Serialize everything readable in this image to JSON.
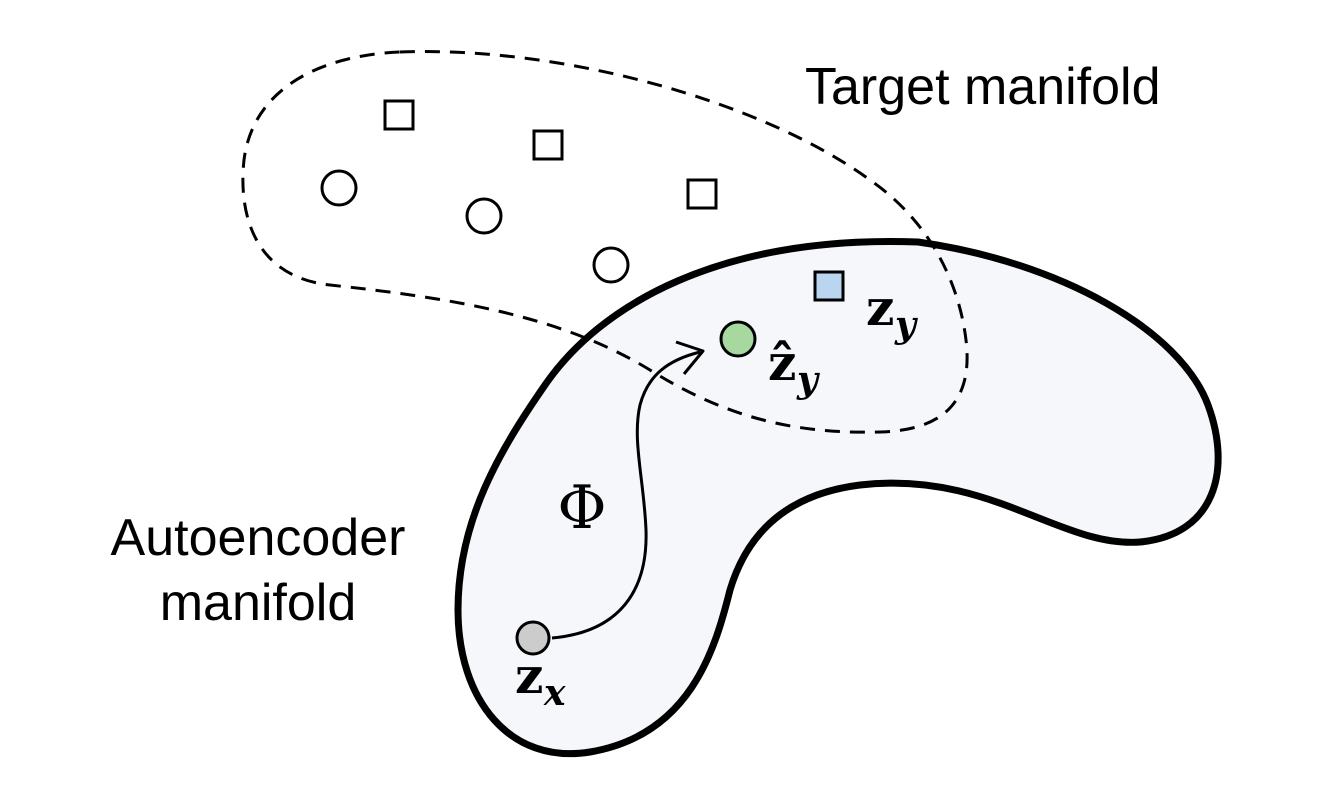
{
  "labels": {
    "target_manifold": "Target manifold",
    "autoencoder_line1": "Autoencoder",
    "autoencoder_line2": "manifold",
    "mapping_symbol": "Φ",
    "z_x_base": "z",
    "z_x_sub": "x",
    "z_y_base": "z",
    "z_y_sub": "y",
    "z_y_hat_base": "ẑ",
    "z_y_hat_sub": "y"
  },
  "colors": {
    "outline": "#000000",
    "autoencoder_fill": "#f6f7fb",
    "z_x_fill": "#cccccc",
    "z_y_fill": "#b9d5f0",
    "z_y_hat_fill": "#a6d8a0",
    "open_marker_fill": "#ffffff"
  },
  "icons": {
    "open_square": "square-marker-icon",
    "open_circle": "circle-marker-icon"
  }
}
